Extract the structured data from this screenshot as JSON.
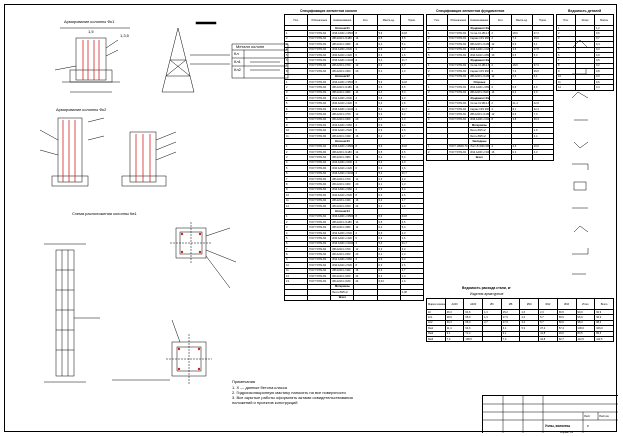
{
  "drawing": {
    "notes_heading": "Примечания",
    "notes": [
      "1. Х — данные бетона класса",
      "2. Гидроизоляционную мастику наносить на все поверхности",
      "3. Все скрытые работы оформлять актами освидетельствования",
      "положений и проектов конструкций"
    ]
  },
  "views": {
    "view1_title": "Армирование колонны Фк1",
    "view2_title": "Армирование колонны Фк2",
    "view3_title": "Схема расположения колонны Кв1",
    "dim_top": "1,5",
    "dim_top2": "1,3,5"
  },
  "legend": {
    "title": "Металл колонн",
    "rows": [
      "Кл",
      "Кл1",
      "Кл2"
    ]
  },
  "spec1": {
    "title": "Спецификация элементов колонн",
    "header": [
      "Поз.",
      "Обозначение",
      "Наименование",
      "Кол.",
      "Масса ед.",
      "Прим."
    ],
    "rows": [
      [
        "",
        "",
        "Колонна К1",
        "",
        "",
        ""
      ],
      [
        "1",
        "ГОСТ 5781-82",
        "Ø16 A400 L=3560",
        "8",
        "5,6",
        "44,8"
      ],
      [
        "2",
        "ГОСТ 5781-82",
        "Ø8 A240 L=1180",
        "14",
        "0,5",
        "6,5"
      ],
      [
        "3",
        "ГОСТ 5781-82",
        "Ø8 A240 L=980",
        "14",
        "0,4",
        "5,4"
      ],
      [
        "4",
        "ГОСТ 5781-82",
        "Ø12 A400 L=640",
        "4",
        "0,6",
        "2,3"
      ],
      [
        "5",
        "ГОСТ 5781-82",
        "Ø10 A240 L=420",
        "6",
        "0,3",
        "1,6"
      ],
      [
        "6",
        "ГОСТ 5781-82",
        "Ø16 A400 L=3440",
        "4",
        "5,4",
        "21,7"
      ],
      [
        "7",
        "ГОСТ 5781-82",
        "Ø8 A240 L=700",
        "12",
        "0,3",
        "3,3"
      ],
      [
        "8",
        "ГОСТ 5781-82",
        "Ø6 A240 L=300",
        "20",
        "0,1",
        "1,3"
      ],
      [
        "",
        "",
        "Колонна К2",
        "",
        "",
        ""
      ],
      [
        "1",
        "ГОСТ 5781-82",
        "Ø16 A400 L=3560",
        "8",
        "5,6",
        "44,8"
      ],
      [
        "2",
        "ГОСТ 5781-82",
        "Ø8 A240 L=1180",
        "14",
        "0,5",
        "6,5"
      ],
      [
        "3",
        "ГОСТ 5781-82",
        "Ø8 A240 L=980",
        "14",
        "0,4",
        "5,4"
      ],
      [
        "4",
        "ГОСТ 5781-82",
        "Ø12 A400 L=640",
        "4",
        "0,6",
        "2,3"
      ],
      [
        "5",
        "ГОСТ 5781-82",
        "Ø10 A240 L=420",
        "6",
        "0,3",
        "1,6"
      ],
      [
        "6",
        "ГОСТ 5781-82",
        "Ø16 A400 L=3440",
        "4",
        "5,4",
        "21,7"
      ],
      [
        "7",
        "ГОСТ 5781-82",
        "Ø8 A240 L=700",
        "12",
        "0,3",
        "3,3"
      ],
      [
        "8",
        "ГОСТ 5781-82",
        "Ø6 A240 L=300",
        "20",
        "0,1",
        "1,3"
      ],
      [
        "9",
        "ГОСТ 5781-82",
        "Ø12 A400 L=960",
        "4",
        "0,9",
        "3,4"
      ],
      [
        "10",
        "ГОСТ 5781-82",
        "Ø10 A240 L=520",
        "8",
        "0,3",
        "2,6"
      ],
      [
        "11",
        "ГОСТ 5781-82",
        "Ø8 A240 L=430",
        "16",
        "0,2",
        "2,7"
      ],
      [
        "",
        "",
        "Колонна К3",
        "",
        "",
        ""
      ],
      [
        "1",
        "ГОСТ 5781-82",
        "Ø16 A400 L=3560",
        "8",
        "5,6",
        "44,8"
      ],
      [
        "2",
        "ГОСТ 5781-82",
        "Ø8 A240 L=1180",
        "14",
        "0,5",
        "6,5"
      ],
      [
        "3",
        "ГОСТ 5781-82",
        "Ø8 A240 L=980",
        "14",
        "0,4",
        "5,4"
      ],
      [
        "4",
        "ГОСТ 5781-82",
        "Ø12 A400 L=640",
        "4",
        "0,6",
        "2,3"
      ],
      [
        "5",
        "ГОСТ 5781-82",
        "Ø10 A240 L=420",
        "6",
        "0,3",
        "1,6"
      ],
      [
        "6",
        "ГОСТ 5781-82",
        "Ø16 A400 L=3440",
        "4",
        "5,4",
        "21,7"
      ],
      [
        "7",
        "ГОСТ 5781-82",
        "Ø8 A240 L=700",
        "12",
        "0,3",
        "3,3"
      ],
      [
        "8",
        "ГОСТ 5781-82",
        "Ø6 A240 L=300",
        "20",
        "0,1",
        "1,3"
      ],
      [
        "9",
        "ГОСТ 5781-82",
        "Ø12 A400 L=960",
        "4",
        "0,9",
        "3,4"
      ],
      [
        "10",
        "ГОСТ 5781-82",
        "Ø10 A240 L=520",
        "8",
        "0,3",
        "2,6"
      ],
      [
        "11",
        "ГОСТ 5781-82",
        "Ø8 A240 L=430",
        "16",
        "0,2",
        "2,7"
      ],
      [
        "12",
        "ГОСТ 5781-82",
        "Ø6 A240 L=260",
        "24",
        "0,1",
        "1,4"
      ],
      [
        "",
        "",
        "Колонна К4",
        "",
        "",
        ""
      ],
      [
        "1",
        "ГОСТ 5781-82",
        "Ø16 A400 L=3560",
        "8",
        "5,6",
        "44,8"
      ],
      [
        "2",
        "ГОСТ 5781-82",
        "Ø8 A240 L=1180",
        "14",
        "0,5",
        "6,5"
      ],
      [
        "3",
        "ГОСТ 5781-82",
        "Ø8 A240 L=980",
        "14",
        "0,4",
        "5,4"
      ],
      [
        "4",
        "ГОСТ 5781-82",
        "Ø12 A400 L=640",
        "4",
        "0,6",
        "2,3"
      ],
      [
        "5",
        "ГОСТ 5781-82",
        "Ø10 A240 L=420",
        "6",
        "0,3",
        "1,6"
      ],
      [
        "6",
        "ГОСТ 5781-82",
        "Ø16 A400 L=3440",
        "4",
        "5,4",
        "21,7"
      ],
      [
        "7",
        "ГОСТ 5781-82",
        "Ø8 A240 L=700",
        "12",
        "0,3",
        "3,3"
      ],
      [
        "8",
        "ГОСТ 5781-82",
        "Ø6 A240 L=300",
        "20",
        "0,1",
        "1,3"
      ],
      [
        "9",
        "ГОСТ 5781-82",
        "Ø12 A400 L=960",
        "4",
        "0,9",
        "3,4"
      ],
      [
        "10",
        "ГОСТ 5781-82",
        "Ø10 A240 L=520",
        "8",
        "0,3",
        "2,6"
      ],
      [
        "11",
        "ГОСТ 5781-82",
        "Ø8 A240 L=430",
        "16",
        "0,2",
        "2,7"
      ],
      [
        "12",
        "ГОСТ 5781-82",
        "Ø6 A240 L=260",
        "24",
        "0,1",
        "1,4"
      ],
      [
        "13",
        "ГОСТ 5781-82",
        "Ø6 A240 L=180",
        "24",
        "0,04",
        "1,0"
      ],
      [
        "",
        "",
        "Материалы",
        "",
        "",
        ""
      ],
      [
        "",
        "",
        "Бетон B25 м³",
        "",
        "",
        "0,48"
      ],
      [
        "",
        "",
        "Всего",
        "",
        "",
        ""
      ]
    ]
  },
  "spec2": {
    "title": "Спецификация элементов фундаментов",
    "header": [
      "Поз.",
      "Обозначение",
      "Наименование",
      "Кол.",
      "Масса ед.",
      "Прим."
    ],
    "rows": [
      [
        "",
        "",
        "Фундамент Фм1",
        "",
        "",
        ""
      ],
      [
        "1",
        "ГОСТ 5781-82",
        "Сетка С1 Ø12 A400",
        "2",
        "18,6",
        "37,2"
      ],
      [
        "2",
        "ГОСТ 5781-82",
        "Каркас КР1 Ø16 A400",
        "4",
        "7,4",
        "29,6"
      ],
      [
        "3",
        "ГОСТ 5781-82",
        "Ø8 A240 L=1280",
        "12",
        "0,5",
        "6,1"
      ],
      [
        "4",
        "ГОСТ 5781-82",
        "Ø16 A400 L=2200",
        "8",
        "3,5",
        "27,8"
      ],
      [
        "5",
        "ГОСТ 5781-82",
        "Ø10 A240 L=860",
        "10",
        "0,5",
        "5,3"
      ],
      [
        "",
        "",
        "Фундамент Фм2",
        "",
        "",
        ""
      ],
      [
        "1",
        "ГОСТ 5781-82",
        "Сетка С1 Ø12 A400",
        "2",
        "18,6",
        "37,2"
      ],
      [
        "2",
        "ГОСТ 5781-82",
        "Каркас КР1 Ø16 A400",
        "4",
        "7,4",
        "29,6"
      ],
      [
        "3",
        "ГОСТ 5781-82",
        "Ø8 A240 L=1280",
        "12",
        "0,5",
        "6,1"
      ],
      [
        "",
        "",
        "Сборные",
        "",
        "",
        ""
      ],
      [
        "1",
        "ГОСТ 5781-82",
        "Ø12 A400 L=860",
        "6",
        "0,8",
        "4,6"
      ],
      [
        "2",
        "ГОСТ 5781-82",
        "Ø8 A240 L=540",
        "14",
        "0,2",
        "3,0"
      ],
      [
        "",
        "",
        "Фундамент Фм3",
        "",
        "",
        ""
      ],
      [
        "1",
        "ГОСТ 5781-82",
        "Сетка С2 Ø12 A400",
        "2",
        "21,4",
        "42,8"
      ],
      [
        "2",
        "ГОСТ 5781-82",
        "Каркас КР2 Ø16 A400",
        "4",
        "8,1",
        "32,4"
      ],
      [
        "3",
        "ГОСТ 5781-82",
        "Ø8 A240 L=1480",
        "12",
        "0,6",
        "7,0"
      ],
      [
        "4",
        "ГОСТ 5781-82",
        "Ø16 A400 L=2400",
        "8",
        "3,8",
        "30,3"
      ],
      [
        "",
        "",
        "Материалы",
        "",
        "",
        ""
      ],
      [
        "",
        "",
        "Бетон B15 м³",
        "",
        "",
        "1,9"
      ],
      [
        "",
        "",
        "Бетон B25 м³",
        "",
        "",
        "3,4"
      ],
      [
        "",
        "",
        "Закладные",
        "",
        "",
        ""
      ],
      [
        "1",
        "ГОСТ 19903-74",
        "Лист 8×200×200",
        "4",
        "2,5",
        "10,0"
      ],
      [
        "2",
        "ГОСТ 5781-82",
        "Ø12 A400 L=300",
        "16",
        "0,3",
        "4,3"
      ],
      [
        "",
        "",
        "Всего",
        "",
        "",
        ""
      ]
    ]
  },
  "spec3": {
    "title": "Ведомость деталей",
    "header": [
      "Поз.",
      "Эскиз",
      "Масса"
    ],
    "rows": [
      [
        "1",
        "",
        "1,2"
      ],
      [
        "2",
        "",
        "0,6"
      ],
      [
        "3",
        "",
        "0,7"
      ],
      [
        "4",
        "",
        "0,4"
      ],
      [
        "5",
        "",
        "0,3"
      ],
      [
        "6",
        "",
        "0,9"
      ],
      [
        "7",
        "",
        "0,5"
      ],
      [
        "8",
        "",
        "0,2"
      ],
      [
        "9",
        "",
        "0,8"
      ],
      [
        "10",
        "",
        "0,3"
      ],
      [
        "11",
        "",
        "0,6"
      ],
      [
        "12",
        "",
        "0,4"
      ]
    ]
  },
  "summary": {
    "title": "Ведомость расхода стали, кг",
    "subtitle": "Изделия арматурные",
    "header": [
      "Марка элемента",
      "A240",
      "A400",
      "Ø6",
      "Ø8",
      "Ø10",
      "Ø12",
      "Ø16",
      "Итого",
      "Всего"
    ],
    "rows": [
      [
        "Кл",
        "26,3",
        "64,6",
        "1,3",
        "15,2",
        "1,6",
        "2,3",
        "66,5",
        "90,9",
        "90,9"
      ],
      [
        "Кл1",
        "28,9",
        "68,0",
        "1,3",
        "17,9",
        "4,2",
        "5,7",
        "66,5",
        "96,9",
        "96,9"
      ],
      [
        "Кл2",
        "30,3",
        "68,0",
        "2,7",
        "17,9",
        "4,2",
        "5,7",
        "66,5",
        "98,3",
        "98,3"
      ],
      [
        "Фм1",
        "11,4",
        "94,6",
        "",
        "6,1",
        "5,3",
        "37,2",
        "57,4",
        "106,0",
        "106,0"
      ],
      [
        "Фм2",
        "9,1",
        "71,4",
        "",
        "9,1",
        "",
        "41,8",
        "29,6",
        "80,5",
        "80,5"
      ],
      [
        "Фм3",
        "7,0",
        "105,5",
        "",
        "7,0",
        "",
        "42,8",
        "62,7",
        "112,5",
        "112,5"
      ]
    ]
  },
  "stamp": {
    "sheet": "Лист",
    "sheets": "Листов",
    "stage": "Р",
    "title": "Узлы, колонны",
    "format": "Формат A3"
  }
}
